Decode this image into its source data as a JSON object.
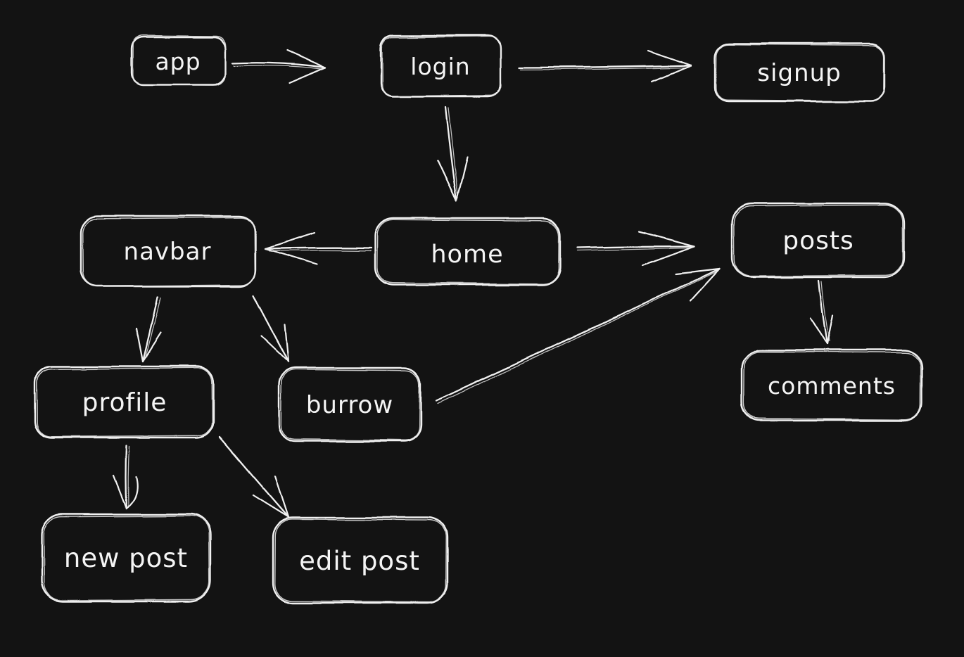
{
  "canvas": {
    "background_color": "#131313",
    "stroke_color": "#f1f1f1",
    "text_color": "#f5f5f5",
    "style": "hand-drawn whiteboard (excalidraw-like)"
  },
  "diagram": {
    "nodes": [
      {
        "id": "app",
        "label": "app"
      },
      {
        "id": "login",
        "label": "login"
      },
      {
        "id": "signup",
        "label": "signup"
      },
      {
        "id": "navbar",
        "label": "navbar"
      },
      {
        "id": "home",
        "label": "home"
      },
      {
        "id": "posts",
        "label": "posts"
      },
      {
        "id": "comments",
        "label": "comments"
      },
      {
        "id": "profile",
        "label": "profile"
      },
      {
        "id": "burrow",
        "label": "burrow"
      },
      {
        "id": "new_post",
        "label": "new post"
      },
      {
        "id": "edit_post",
        "label": "edit post"
      }
    ],
    "edges": [
      {
        "from": "app",
        "to": "login"
      },
      {
        "from": "login",
        "to": "signup"
      },
      {
        "from": "login",
        "to": "home"
      },
      {
        "from": "home",
        "to": "navbar"
      },
      {
        "from": "home",
        "to": "posts"
      },
      {
        "from": "navbar",
        "to": "profile"
      },
      {
        "from": "navbar",
        "to": "burrow"
      },
      {
        "from": "burrow",
        "to": "posts"
      },
      {
        "from": "posts",
        "to": "comments"
      },
      {
        "from": "profile",
        "to": "new_post"
      },
      {
        "from": "profile",
        "to": "edit_post"
      }
    ]
  }
}
